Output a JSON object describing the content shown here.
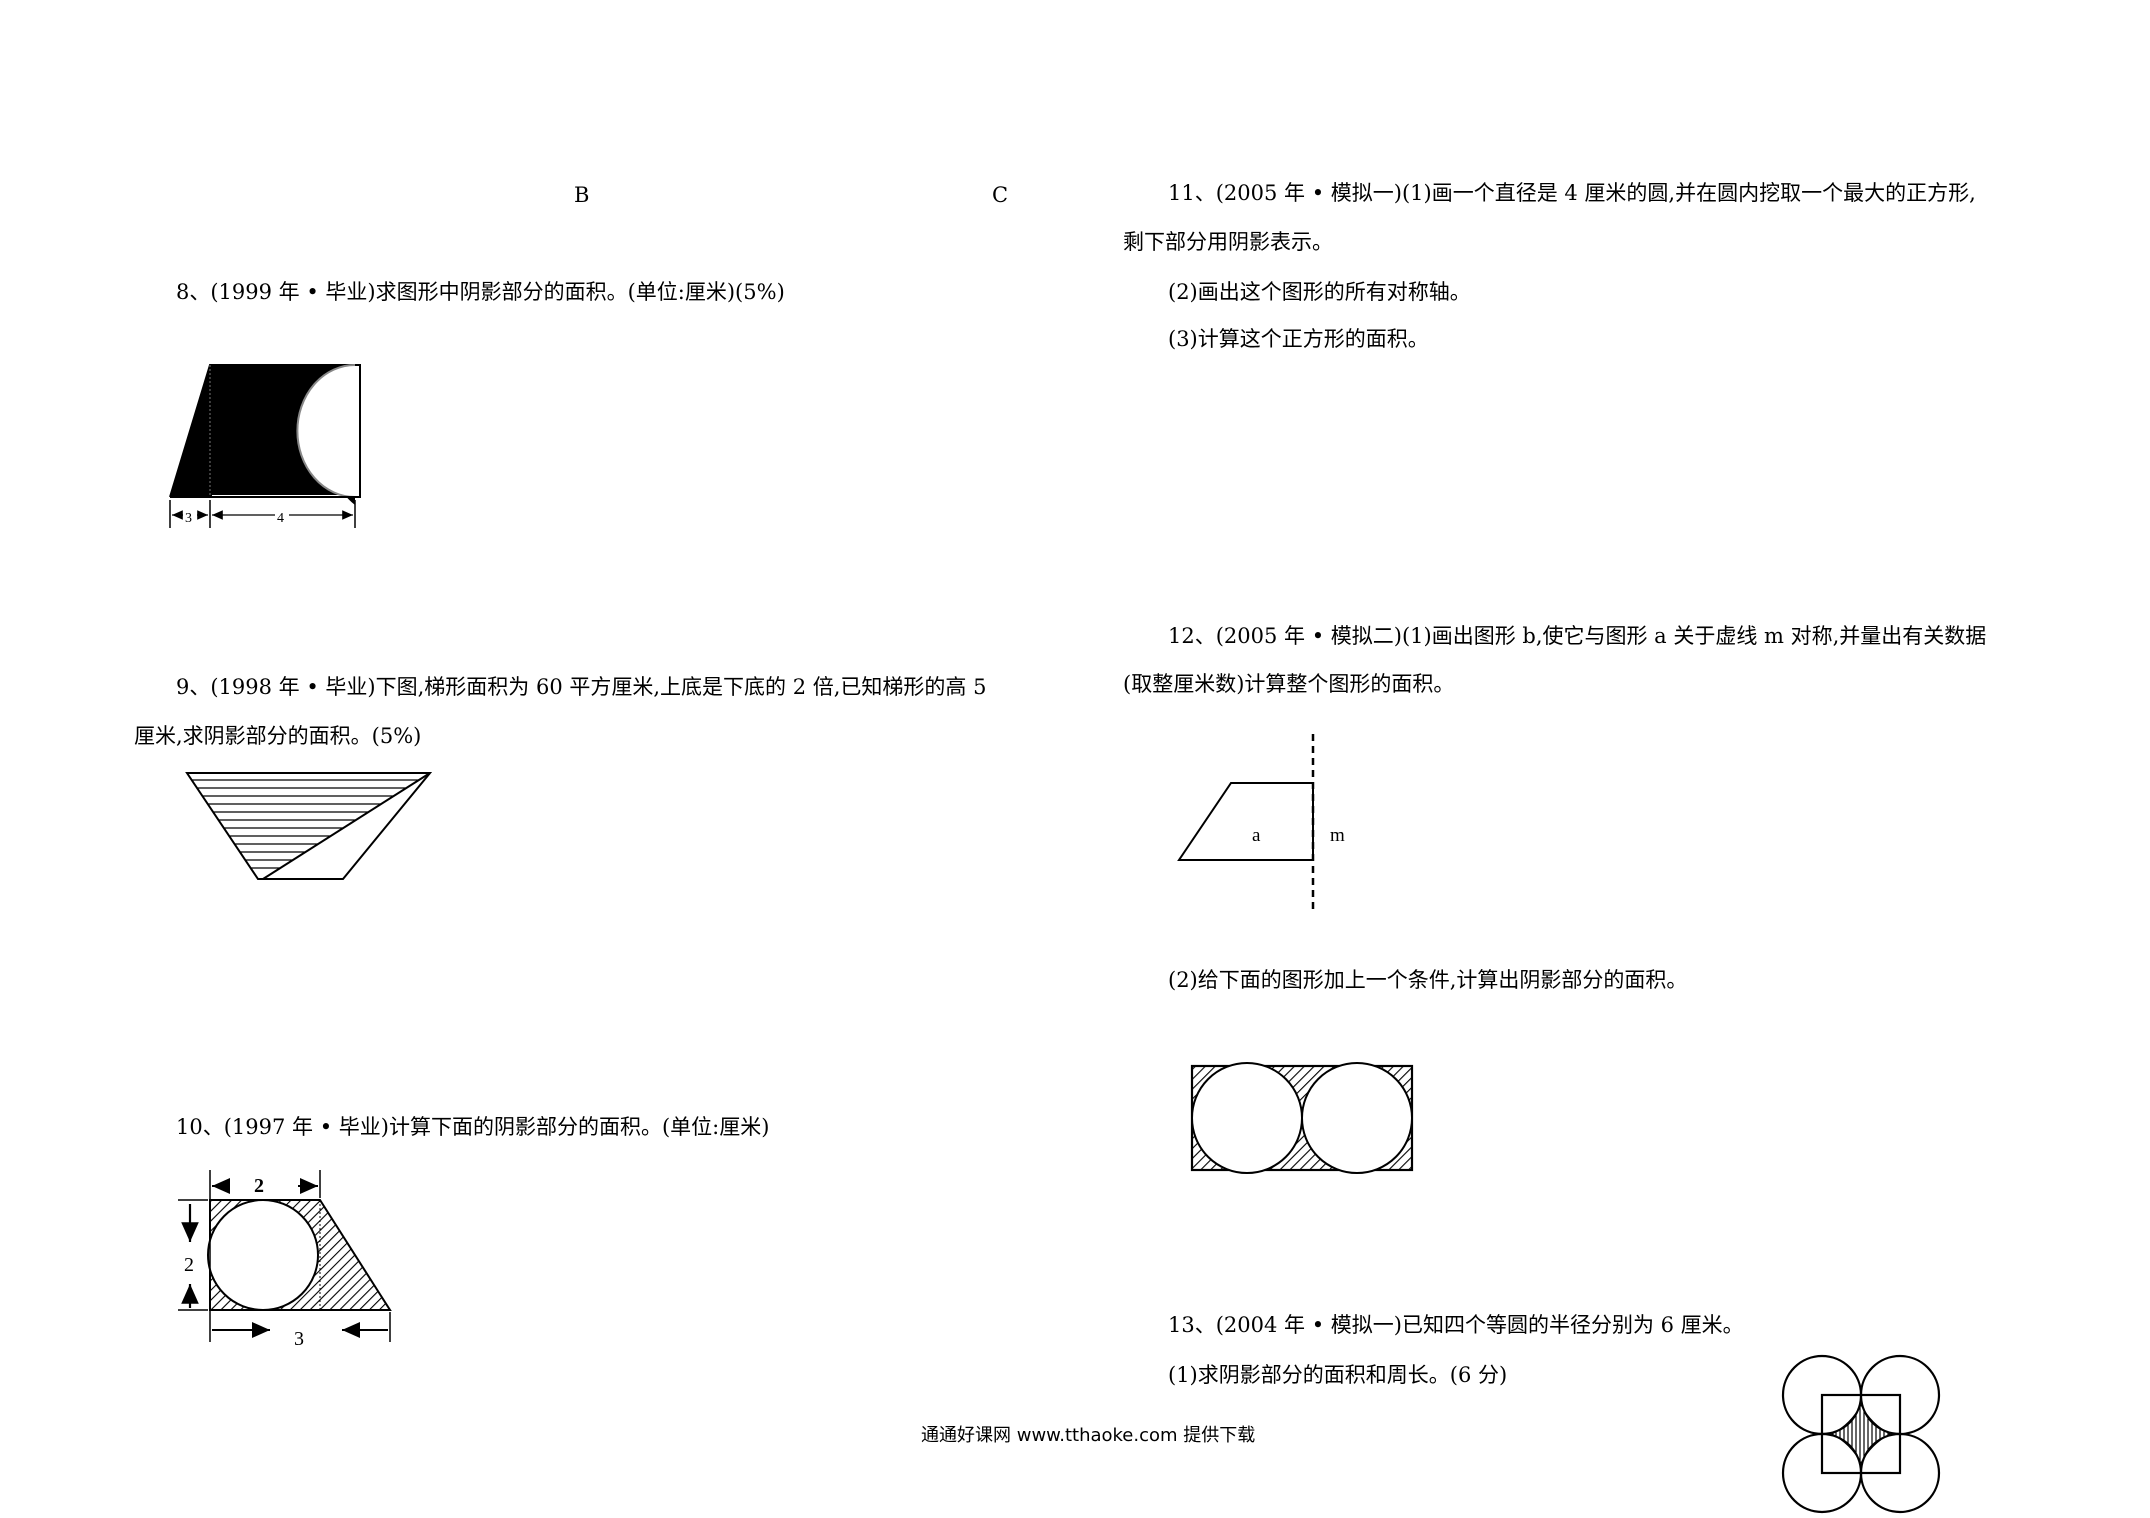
{
  "top_labels": {
    "b": "B",
    "c": "C"
  },
  "left": {
    "q8": {
      "text": "8、(1999 年 • 毕业)求图形中阴影部分的面积。(单位:厘米)(5%)",
      "dim_a": "3",
      "dim_b": "4"
    },
    "q9": {
      "line1": "9、(1998 年 • 毕业)下图,梯形面积为 60 平方厘米,上底是下底的 2 倍,已知梯形的高 5",
      "line2": "厘米,求阴影部分的面积。(5%)"
    },
    "q10": {
      "text": "10、(1997 年 • 毕业)计算下面的阴影部分的面积。(单位:厘米)",
      "dim_top": "2",
      "dim_left": "2",
      "dim_bottom": "3"
    }
  },
  "right": {
    "q11": {
      "line1": "11、(2005 年 • 模拟一)(1)画一个直径是 4 厘米的圆,并在圆内挖取一个最大的正方形,",
      "line2": "剩下部分用阴影表示。",
      "line3": "(2)画出这个图形的所有对称轴。",
      "line4": "(3)计算这个正方形的面积。"
    },
    "q12": {
      "line1": "12、(2005 年 • 模拟二)(1)画出图形 b,使它与图形 a 关于虚线 m 对称,并量出有关数据",
      "line2": "(取整厘米数)计算整个图形的面积。",
      "label_a": "a",
      "label_m": "m",
      "part2": "(2)给下面的图形加上一个条件,计算出阴影部分的面积。"
    },
    "q13": {
      "line1": "13、(2004 年 • 模拟一)已知四个等圆的半径分别为 6 厘米。",
      "line2": "(1)求阴影部分的面积和周长。(6 分)"
    }
  },
  "footer": "通通好课网 www.tthaoke.com 提供下载"
}
